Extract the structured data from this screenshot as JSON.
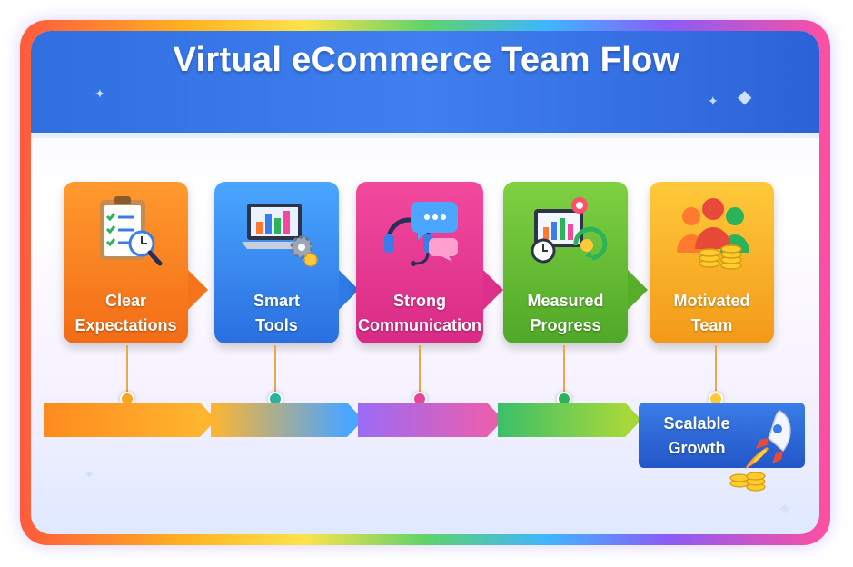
{
  "diagram": {
    "title": "Virtual eCommerce Team Flow",
    "steps": [
      {
        "line1": "Clear",
        "line2": "Expectations",
        "icon": "clipboard-checklist-icon",
        "color": "#f36c16"
      },
      {
        "line1": "Smart",
        "line2": "Tools",
        "icon": "laptop-gears-icon",
        "color": "#2a6fe0"
      },
      {
        "line1": "Strong",
        "line2": "Communication",
        "icon": "headset-chat-icon",
        "color": "#d92b86"
      },
      {
        "line1": "Measured",
        "line2": "Progress",
        "icon": "dashboard-chart-icon",
        "color": "#4fa828"
      },
      {
        "line1": "Motivated",
        "line2": "Team",
        "icon": "team-coins-icon",
        "color": "#f39a18"
      }
    ],
    "outcome": {
      "line1": "Scalable",
      "line2": "Growth",
      "icon": "rocket-icon"
    }
  }
}
